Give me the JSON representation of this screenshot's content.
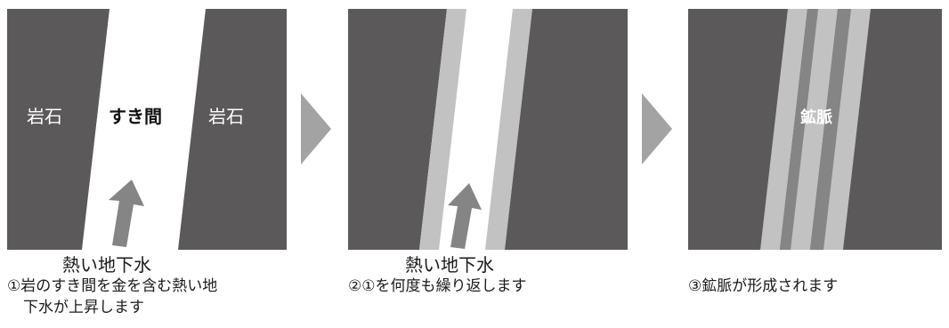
{
  "colors": {
    "rock": "#5b595a",
    "vein_light": "#c2c2c2",
    "vein_dark": "#858585",
    "gap": "#ffffff",
    "arrow": "#858585",
    "chevron": "#a3a3a3"
  },
  "panel1": {
    "rock_left_label": "岩石",
    "gap_label": "すき間",
    "rock_right_label": "岩石",
    "water_label": "熱い地下水",
    "caption_line1": "①岩のすき間を金を含む熱い地",
    "caption_line2": "下水が上昇します"
  },
  "panel2": {
    "water_label": "熱い地下水",
    "caption": "②①を何度も繰り返します"
  },
  "panel3": {
    "vein_label": "鉱脈",
    "caption": "③鉱脈が形成されます"
  }
}
